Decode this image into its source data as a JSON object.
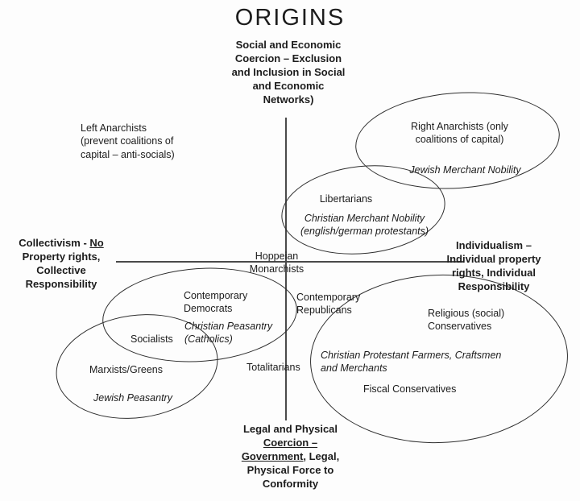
{
  "title": "ORIGINS",
  "axes": {
    "top_label": "Social and Economic\nCoercion – Exclusion\nand Inclusion in Social\nand Economic\nNetworks)",
    "left_label": {
      "pre": "Collectivism - ",
      "underlined": "No",
      "rest": "Property rights,\nCollective\nResponsibility"
    },
    "right_label": "Individualism –\nIndividual property\nrights, Individual\nResponsibility",
    "bottom_label": {
      "line1": "Legal and Physical",
      "line2_underlined": "Coercion –",
      "line3_underlined": "Government,",
      "line3_rest": " Legal,",
      "line4": "Physical Force to",
      "line5": "Conformity"
    }
  },
  "groups": {
    "left_anarchists": "Left Anarchists\n(prevent coalitions of\ncapital – anti-socials)",
    "right_anarchists": "Right Anarchists (only\ncoalitions of capital)",
    "jewish_merchant_nobility": "Jewish Merchant Nobility",
    "libertarians": "Libertarians",
    "christian_merchant_nobility": "Christian Merchant Nobility\n(english/german protestants)",
    "hoppeian_monarchists": "Hoppeian\nMonarchists",
    "contemporary_democrats": "Contemporary\nDemocrats",
    "contemporary_republicans": "Contemporary\nRepublicans",
    "christian_peasantry": "Christian Peasantry\n(Catholics)",
    "socialists": "Socialists",
    "religious_conservatives": "Religious (social)\nConservatives",
    "marxists_greens": "Marxists/Greens",
    "totalitarians": "Totalitarians",
    "christian_protestant_farmers": "Christian Protestant Farmers, Craftsmen\nand Merchants",
    "fiscal_conservatives": "Fiscal Conservatives",
    "jewish_peasantry": "Jewish Peasantry"
  },
  "colors": {
    "ink": "#1c1c1c",
    "axis_line": "#4a4a4a",
    "ellipse_stroke": "#2e2e2e",
    "background": "#fdfdfd"
  }
}
